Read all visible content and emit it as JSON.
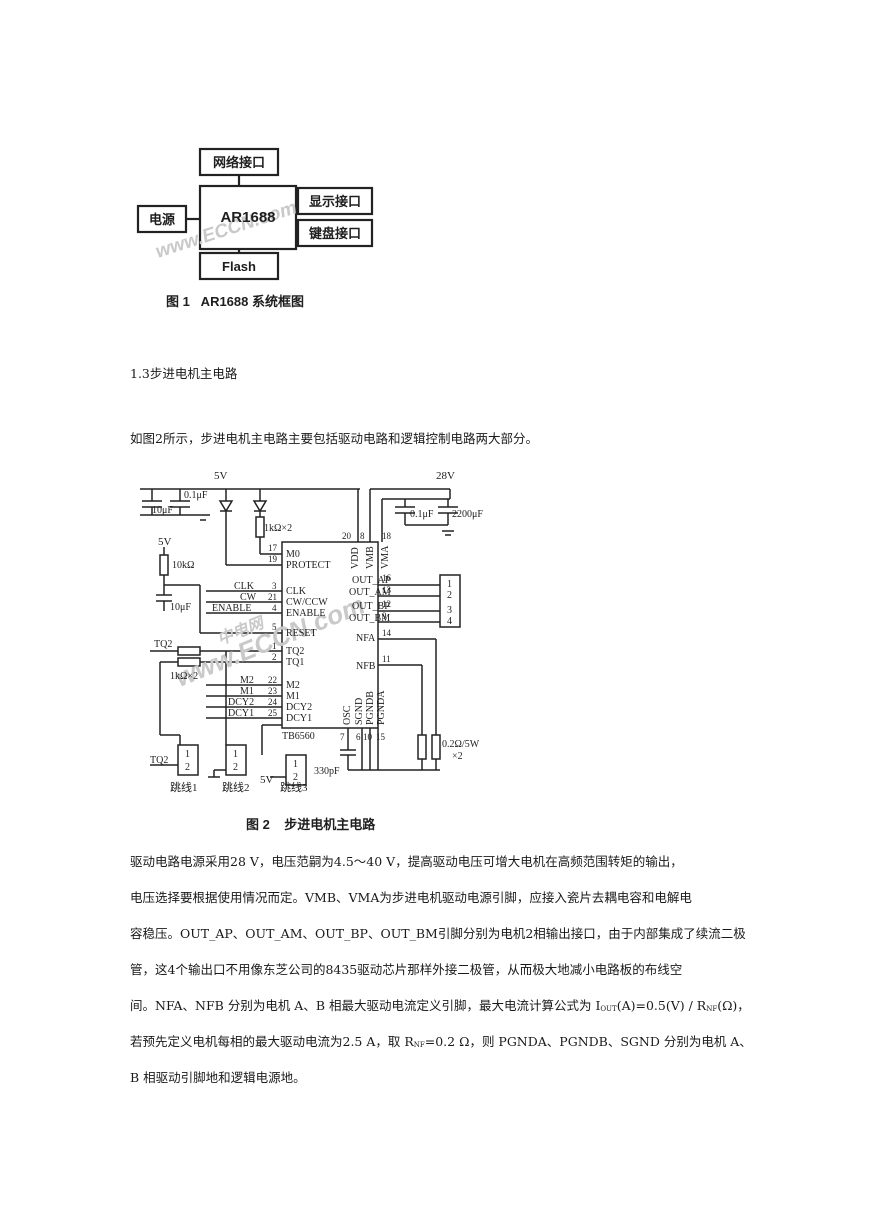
{
  "figure1": {
    "blocks": {
      "network": "网络接口",
      "power": "电源",
      "core": "AR1688",
      "display": "显示接口",
      "keyboard": "键盘接口",
      "flash": "Flash"
    },
    "watermark": "www.ECCN.com",
    "caption": "图 1   AR1688 系统框图"
  },
  "section_heading": "1.3步进电机主电路",
  "intro_text": "如图2所示，步进电机主电路主要包括驱动电路和逻辑控制电路两大部分。",
  "figure2": {
    "caption": "图 2    步进电机主电路",
    "watermark": "www.ECCN.com",
    "watermark_cn": "中电网",
    "chip_name": "TB6560",
    "labels": {
      "v5_top": "5V",
      "v28": "28V",
      "c01_left": "0.1μF",
      "c10_left": "10μF",
      "r1k_top": "1kΩ×2",
      "c01_right": "0.1μF",
      "c2200": "2200μF",
      "v5_mid": "5V",
      "r10k": "10kΩ",
      "c10_mid": "10μF",
      "clk": "CLK",
      "cw": "CW",
      "enable": "ENABLE",
      "tq2": "TQ2",
      "r1k_mid": "1kΩ×2",
      "m2": "M2",
      "m1": "M1",
      "dcy2": "DCY2",
      "dcy1": "DCY1",
      "tq2_bottom": "TQ2",
      "jumper1": "跳线1",
      "jumper2": "跳线2",
      "v5_bottom": "5V",
      "jumper3": "跳线3",
      "c330": "330pF",
      "rsense": "0.2Ω/5W",
      "rsense_x2": "×2"
    },
    "pin_left": [
      "M0",
      "PROTECT",
      "CLK",
      "CW/CCW",
      "ENABLE",
      "RESET",
      "TQ2",
      "TQ1",
      "M2",
      "M1",
      "DCY2",
      "DCY1"
    ],
    "pin_left_num": [
      "17",
      "19",
      "3",
      "21",
      "4",
      "5",
      "1",
      "2",
      "22",
      "23",
      "24",
      "25"
    ],
    "pin_right": [
      "OUT_AP",
      "OUT_AM",
      "OUT_BP",
      "OUT_BM",
      "NFA",
      "NFB"
    ],
    "pin_right_num": [
      "16",
      "13",
      "12",
      "9",
      "14",
      "11"
    ],
    "pin_top": [
      "VDD",
      "VMB",
      "VMA"
    ],
    "pin_top_num": [
      "20",
      "8",
      "18"
    ],
    "pin_bottom": [
      "OSC",
      "SGND",
      "PGNDB",
      "PGNDA"
    ],
    "pin_bottom_num": [
      "7",
      "6",
      "10",
      "15"
    ],
    "connector": [
      "1",
      "2",
      "3",
      "4"
    ],
    "jumper_pins": [
      "1",
      "2"
    ]
  },
  "body_lines": [
    "驱动电路电源采用28 V，电压范嗣为4.5～40 V，提高驱动电压可增大电机在高频范围转矩的输出，",
    "电压选择要根据使用情况而定。VMB、VMA为步进电机驱动电源引脚，应接入瓷片去耦电容和电解电",
    "容稳压。OUT_AP、OUT_AM、OUT_BP、OUT_BM引脚分别为电机2相输出接口，由于内部集成了续流二极",
    "管，这4个输出口不用像东芝公司的8435驱动芯片那样外接二极管，从而极大地减小电路板的布线空"
  ],
  "formula_line": {
    "before": "间。NFA、NFB 分别为电机 A、B 相最大驱动电流定义引脚，最大电流计算公式为 I",
    "sub1": "OUT",
    "middle": "(A)=0.5(V) / R",
    "sub2": "NF",
    "after": "(Ω)，"
  },
  "rnf_line": {
    "before": "若预先定义电机每相的最大驱动电流为2.5 A，取 R",
    "sub": "NF",
    "after": "=0.2 Ω，则 PGNDA、PGNDB、SGND 分别为电机 A、"
  },
  "last_line": "B 相驱动引脚地和逻辑电源地。"
}
